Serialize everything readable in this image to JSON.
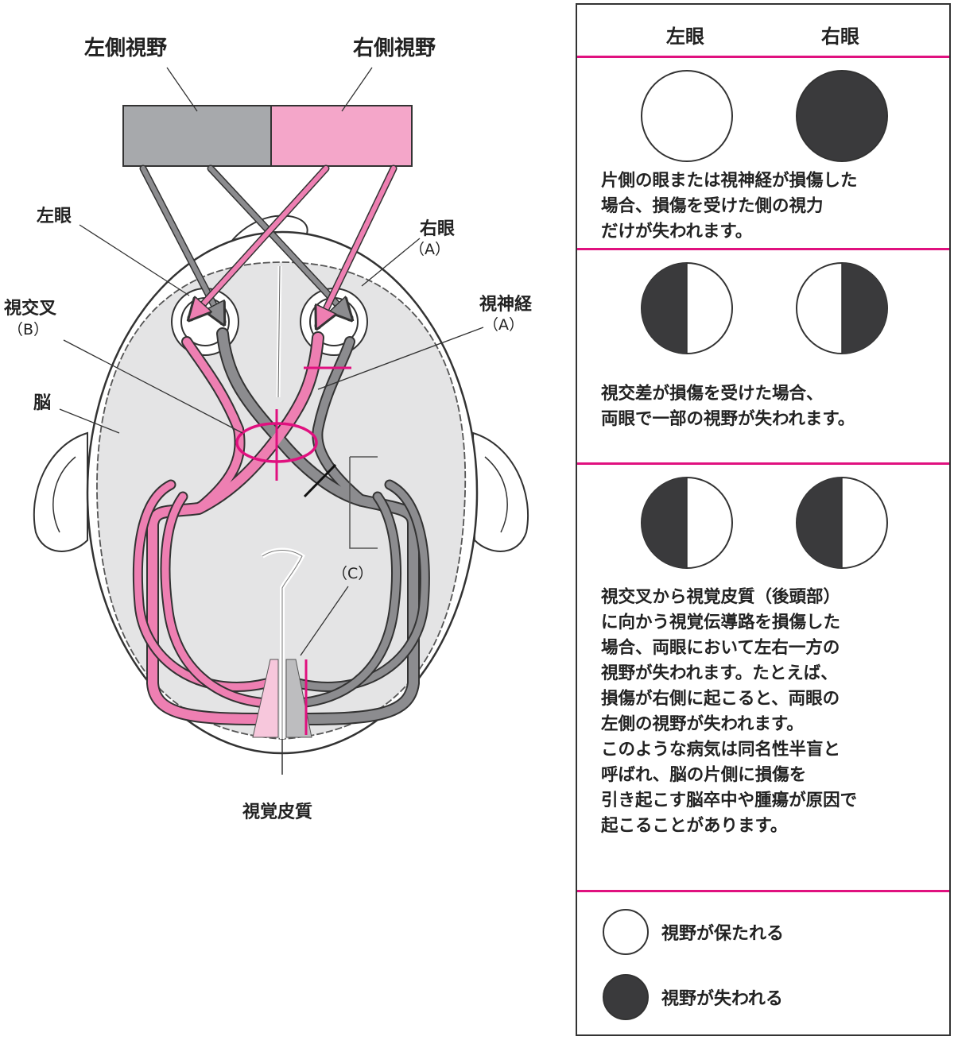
{
  "diagram": {
    "labels": {
      "left_field": "左側視野",
      "right_field": "右側視野",
      "left_eye": "左眼",
      "right_eye": "右眼",
      "right_eye_tag": "（A）",
      "chiasm": "視交叉",
      "chiasm_tag": "（B）",
      "optic_nerve": "視神経",
      "optic_nerve_tag": "（A）",
      "brain": "脳",
      "tract_tag": "（C）",
      "visual_cortex": "視覚皮質"
    },
    "colors": {
      "left_field": "#a7a9ac",
      "right_field": "#f4a6c9",
      "pink_path": "#ee7fb2",
      "gray_path": "#8c8c8f",
      "lesion": "#e0117f",
      "brain": "#e4e4e5",
      "outline": "#333333"
    }
  },
  "panel": {
    "headers": {
      "left_eye": "左眼",
      "right_eye": "右眼"
    },
    "sections": [
      {
        "left_eye_field": "full",
        "right_eye_field": "lost",
        "text": "片側の眼または視神経が損傷した\n場合、損傷を受けた側の視力\nだけが失われます。"
      },
      {
        "left_eye_field": "left-half-lost",
        "right_eye_field": "right-half-lost",
        "text": "視交差が損傷を受けた場合、\n両眼で一部の視野が失われます。"
      },
      {
        "left_eye_field": "left-half-lost",
        "right_eye_field": "left-half-lost",
        "text": "視交叉から視覚皮質（後頭部）\nに向かう視覚伝導路を損傷した\n場合、両眼において左右一方の\n視野が失われます。たとえば、\n損傷が右側に起こると、両眼の\n左側の視野が失われます。\nこのような病気は同名性半盲と\n呼ばれ、脳の片側に損傷を\n引き起こす脳卒中や腫瘍が原因で\n起こることがあります。"
      }
    ],
    "legend": {
      "preserved": "視野が保たれる",
      "lost": "視野が失われる"
    },
    "colors": {
      "separator": "#e0117f",
      "lost": "#3a3a3c",
      "preserved": "#ffffff"
    }
  }
}
